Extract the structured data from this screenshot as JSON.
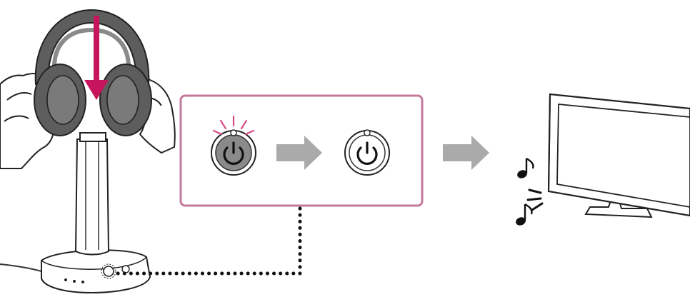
{
  "illustration": {
    "steps": [
      {
        "id": "headphones-placed-on-stand",
        "arrow_color": "#c6155c"
      },
      {
        "id": "power-indicator-blinking",
        "indicator_color": "#d84a86"
      },
      {
        "id": "power-indicator-off"
      },
      {
        "id": "tv-audio-playing"
      }
    ],
    "icons": [
      "power-icon",
      "power-icon",
      "music-note-icon",
      "music-note-icon"
    ],
    "colors": {
      "callout_border": "#c27a9a",
      "step_arrow": "#aaaaaa",
      "down_arrow": "#c6155c",
      "blink_highlight": "#d84a86",
      "headphone_body": "#5d5d5d",
      "outline": "#222222"
    }
  }
}
